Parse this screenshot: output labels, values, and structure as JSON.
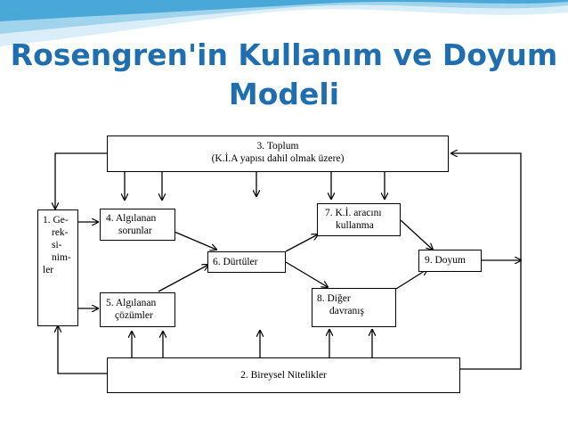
{
  "slide": {
    "title_line1": "Rosengren'in Kullanım ve Doyum",
    "title_line2": "Modeli"
  },
  "colors": {
    "title": "#1f6fb0",
    "wave_light": "#d9eef8",
    "wave_mid": "#9fd4ec",
    "wave_dark": "#4aa8d8"
  },
  "diagram": {
    "toplum": {
      "line1": "3. Toplum",
      "line2": "(K.İ.A yapısı dahil olmak üzere)"
    },
    "gereksinimler": {
      "lines": [
        "1. Ge-",
        "rek-",
        "si-",
        "nim-",
        "ler"
      ]
    },
    "algilanan_sorunlar": {
      "line1": "4. Algılanan",
      "line2": "sorunlar"
    },
    "algilanan_cozumler": {
      "line1": "5. Algılanan",
      "line2": "çözümler"
    },
    "durtuler": {
      "label": "6. Dürtüler"
    },
    "ki_araci": {
      "line1": "7. K.İ. aracını",
      "line2": "kullanma"
    },
    "diger_davranis": {
      "line1": "8. Diğer",
      "line2": "davranış"
    },
    "doyum": {
      "label": "9. Doyum"
    },
    "bireysel": {
      "label": "2. Bireysel Nitelikler"
    }
  }
}
